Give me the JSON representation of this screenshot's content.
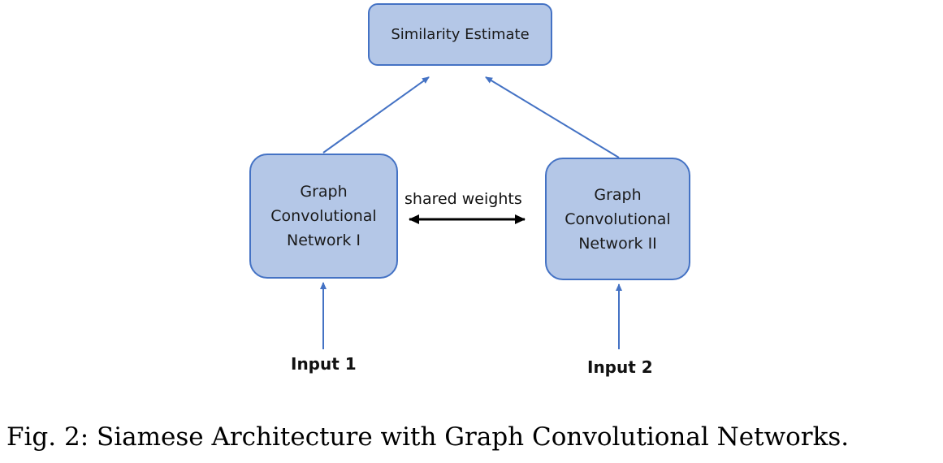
{
  "diagram": {
    "nodes": {
      "similarity": {
        "label": "Similarity Estimate"
      },
      "gcn1": {
        "label": "Graph\nConvolutional\nNetwork I"
      },
      "gcn2": {
        "label": "Graph\nConvolutional\nNetwork II"
      }
    },
    "edge_label": "shared weights",
    "inputs": {
      "input1": "Input 1",
      "input2": "Input 2"
    },
    "colors": {
      "box_fill": "#b4c7e7",
      "box_border": "#4472c4",
      "arrow": "#4472c4",
      "double_arrow": "#000000"
    }
  },
  "caption": "Fig. 2: Siamese Architecture with Graph Convolutional Networks."
}
